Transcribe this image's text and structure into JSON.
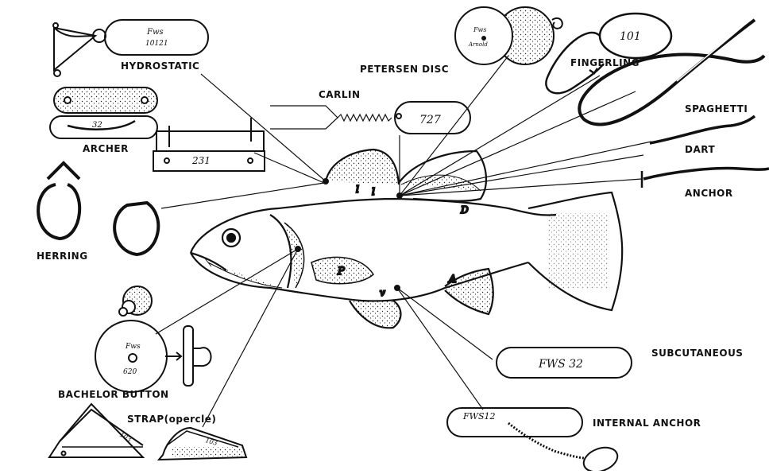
{
  "labels": {
    "hydrostatic": "HYDROSTATIC",
    "archer": "ARCHER",
    "herring": "HERRING",
    "bachelor_button": "BACHELOR  BUTTON",
    "strap": "STRAP(opercle)",
    "carlin": "CARLIN",
    "petersen_disc": "PETERSEN  DISC",
    "fingerling": "FINGERLING",
    "spaghetti": "SPAGHETTI",
    "dart": "DART",
    "anchor": "ANCHOR",
    "subcutaneous": "SUBCUTANEOUS",
    "internal_anchor": "INTERNAL   ANCHOR"
  },
  "tag_text": {
    "hydrostatic_line1": "Fws",
    "hydrostatic_line2": "10121",
    "archer_number": "32",
    "plate_number": "231",
    "carlin_number": "727",
    "disc_line1": "Fws",
    "disc_line2": "Arnold",
    "fingerling_number": "101",
    "button_line1": "Fws",
    "button_line2": "620",
    "strap_number_1": "103",
    "strap_number_2": "103",
    "subcutaneous_code": "FWS 32",
    "internal_code": "FWS12"
  }
}
